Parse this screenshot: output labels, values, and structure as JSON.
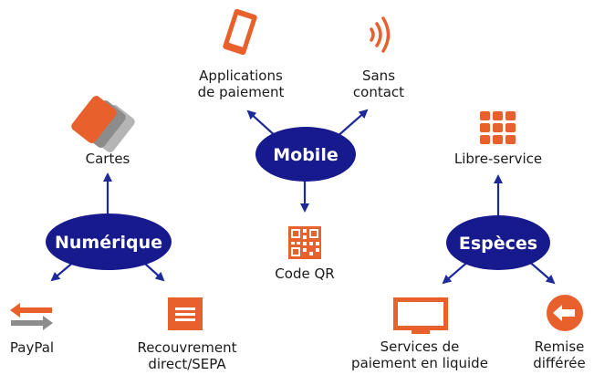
{
  "colors": {
    "hub_fill": "#161a8c",
    "arrow": "#1e2a9a",
    "icon_orange": "#e8602c",
    "icon_gray": "#8c8c8c",
    "text": "#1a1a1a",
    "hub_text": "#ffffff"
  },
  "hubs": {
    "mobile": "Mobile",
    "numerique": "Numérique",
    "especes": "Espèces"
  },
  "labels": {
    "applications": [
      "Applications",
      "de paiement"
    ],
    "sans_contact": [
      "Sans",
      "contact"
    ],
    "code_qr": "Code QR",
    "cartes": "Cartes",
    "paypal": "PayPal",
    "recouvrement": [
      "Recouvrement",
      "direct/SEPA"
    ],
    "libre_service": "Libre-service",
    "services": [
      "Services de",
      "paiement en liquide"
    ],
    "remise": [
      "Remise",
      "différée"
    ]
  },
  "icons": {
    "applications": "smartphone-icon",
    "sans_contact": "contactless-icon",
    "code_qr": "qr-code-icon",
    "cartes": "cards-icon",
    "paypal": "transfer-arrows-icon",
    "recouvrement": "document-list-icon",
    "libre_service": "keypad-icon",
    "services": "monitor-icon",
    "remise": "back-arrow-icon"
  }
}
